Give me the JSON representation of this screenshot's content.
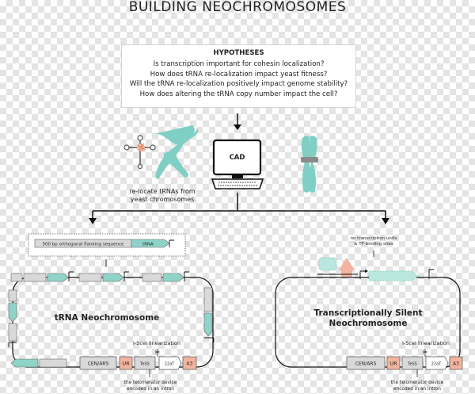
{
  "title": "BUILDING NEOCHROMOSOMES",
  "hypotheses": {
    "heading": "HYPOTHESES",
    "lines": [
      "Is transcription important for cohesin localization?",
      "How does tRNA re-localization impact yeast fitness?",
      "Will the tRNA re-localization positively impact genome stability?",
      "How does altering the tRNA copy number impact the cell?"
    ]
  },
  "cad_label": "CAD",
  "relocate_label_1": "re-locate tRNAs from",
  "relocate_label_2": "yeast chromosomes",
  "flanking_label": "500 bp orthogonal flanking sequence",
  "trna_box_label": "tRNA",
  "no_units_label_1": "no transcription units",
  "no_units_label_2": "& TF-binding sites",
  "left_chrom": {
    "name": "tRNA Neochromosome",
    "iscei": "I-SceI linearization",
    "parts": [
      "CEN/ARS",
      "UR",
      "TeSS",
      "22aT",
      "A3"
    ],
    "footnote_1": "the telomerator device",
    "footnote_2": "encoded in an intron"
  },
  "right_chrom": {
    "name_1": "Transcriptionally Silent",
    "name_2": "Neochromosome",
    "iscei": "I-SceI linearization",
    "parts": [
      "CEN/ARS",
      "UR",
      "TeSS",
      "22aT",
      "A3"
    ],
    "footnote_1": "the telomerator device",
    "footnote_2": "encoded in an intron"
  },
  "colors": {
    "teal": "#8fd3c9",
    "teal_light": "#b9e6de",
    "gray_part": "#d9d9d9",
    "salmon": "#f2b49e",
    "chromosome": "#7fcfc4",
    "centromere": "#8a8a8a"
  }
}
